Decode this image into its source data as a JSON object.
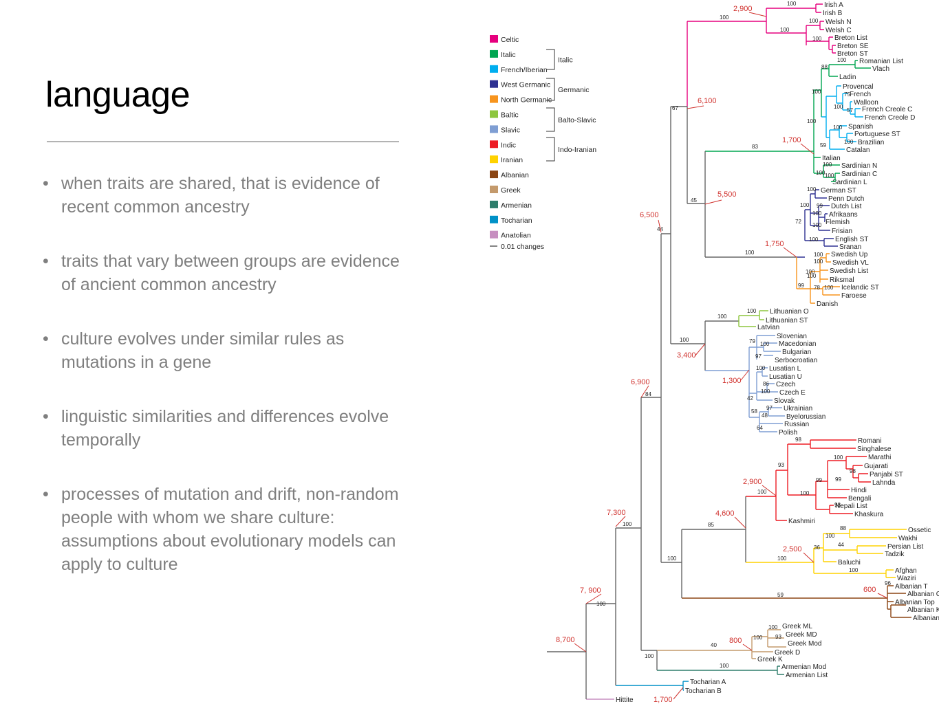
{
  "slide": {
    "title": "language",
    "bullets": [
      "when traits are shared, that is evidence of recent common ancestry",
      "traits that vary between groups are evidence of ancient common ancestry",
      "culture evolves under similar rules as mutations in a gene",
      "linguistic similarities and differences evolve temporally",
      "processes of mutation and drift, non-random people with whom we share culture: assumptions about evolutionary models can apply to culture"
    ]
  },
  "legend": {
    "items": [
      {
        "label": "Celtic",
        "color": "#e6007e"
      },
      {
        "label": "Italic",
        "color": "#00a651"
      },
      {
        "label": "French/Iberian",
        "color": "#00aeef"
      },
      {
        "label": "West Germanic",
        "color": "#2e3192"
      },
      {
        "label": "North Germanic",
        "color": "#f7941d"
      },
      {
        "label": "Baltic",
        "color": "#8dc63f"
      },
      {
        "label": "Slavic",
        "color": "#7f9ed3"
      },
      {
        "label": "Indic",
        "color": "#ed1c24"
      },
      {
        "label": "Iranian",
        "color": "#ffd200"
      },
      {
        "label": "Albanian",
        "color": "#8b4513"
      },
      {
        "label": "Greek",
        "color": "#c49a6c"
      },
      {
        "label": "Armenian",
        "color": "#2e7d6b"
      },
      {
        "label": "Tocharian",
        "color": "#0091c7"
      },
      {
        "label": "Anatolian",
        "color": "#c78fc0"
      }
    ],
    "groups": [
      "Italic",
      "Germanic",
      "Balto-Slavic",
      "Indo-Iranian"
    ],
    "scale_label": "0.01 changes"
  },
  "tree": {
    "leaves": [
      "Irish A",
      "Irish B",
      "Welsh N",
      "Welsh C",
      "Breton List",
      "Breton SE",
      "Breton ST",
      "Romanian List",
      "Vlach",
      "Ladin",
      "Provencal",
      "French",
      "Walloon",
      "French Creole C",
      "French Creole D",
      "Spanish",
      "Portuguese ST",
      "Brazilian",
      "Catalan",
      "Italian",
      "Sardinian N",
      "Sardinian C",
      "Sardinian L",
      "German ST",
      "Penn Dutch",
      "Dutch List",
      "Afrikaans",
      "Flemish",
      "Frisian",
      "English ST",
      "Sranan",
      "Swedish Up",
      "Swedish VL",
      "Swedish List",
      "Riksmal",
      "Icelandic ST",
      "Faroese",
      "Danish",
      "Lithuanian O",
      "Lithuanian ST",
      "Latvian",
      "Slovenian",
      "Macedonian",
      "Bulgarian",
      "Serbocroatian",
      "Lusatian L",
      "Lusatian U",
      "Czech",
      "Czech E",
      "Slovak",
      "Ukrainian",
      "Byelorussian",
      "Russian",
      "Polish",
      "Romani",
      "Singhalese",
      "Marathi",
      "Gujarati",
      "Panjabi ST",
      "Lahnda",
      "Hindi",
      "Bengali",
      "Nepali List",
      "Khaskura",
      "Kashmiri",
      "Ossetic",
      "Wakhi",
      "Persian List",
      "Tadzik",
      "Baluchi",
      "Afghan",
      "Waziri",
      "Albanian T",
      "Albanian G",
      "Albanian Top",
      "Albanian K",
      "Albanian C",
      "Greek ML",
      "Greek MD",
      "Greek Mod",
      "Greek D",
      "Greek K",
      "Armenian Mod",
      "Armenian List",
      "Tocharian A",
      "Tocharian B",
      "Hittite"
    ],
    "ages": [
      "2,900",
      "6,100",
      "1,700",
      "5,500",
      "1,750",
      "6,500",
      "3,400",
      "1,300",
      "6,900",
      "2,900",
      "4,600",
      "2,500",
      "7,300",
      "600",
      "7, 900",
      "8,700",
      "800",
      "1,700"
    ],
    "support": [
      "100",
      "100",
      "100",
      "100",
      "100",
      "67",
      "100",
      "88",
      "100",
      "75",
      "100",
      "57",
      "100",
      "100",
      "59",
      "100",
      "83",
      "100",
      "100",
      "100",
      "45",
      "100",
      "100",
      "99",
      "100",
      "100",
      "72",
      "100",
      "100",
      "100",
      "100",
      "100",
      "100",
      "99",
      "78",
      "100",
      "44",
      "100",
      "100",
      "100",
      "79",
      "100",
      "97",
      "100",
      "86",
      "100",
      "42",
      "97",
      "58",
      "48",
      "64",
      "84",
      "98",
      "93",
      "100",
      "98",
      "99",
      "99",
      "100",
      "98",
      "100",
      "85",
      "88",
      "100",
      "44",
      "100",
      "100",
      "36",
      "100",
      "59",
      "96",
      "100",
      "100",
      "100",
      "93",
      "100",
      "40",
      "100",
      "100"
    ]
  }
}
